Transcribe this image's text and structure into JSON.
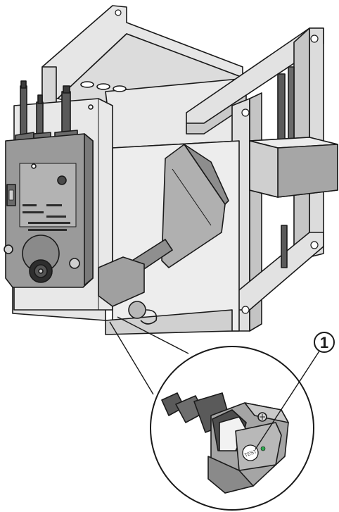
{
  "callouts": [
    {
      "number": "1"
    }
  ],
  "test_button": {
    "label": "TEST",
    "led_color": "#2fa84f"
  },
  "colors": {
    "outline": "#1a1a1a",
    "frame_light": "#e4e4e4",
    "frame_mid": "#cfcfcf",
    "frame_dark": "#a9a9a9",
    "actuator_body": "#9b9b9b",
    "actuator_dark": "#5f5f5f",
    "cable": "#4a4a4a",
    "blade": "#a6a6a6"
  },
  "icons": [
    "damper-frame-diagram",
    "actuator",
    "switch-module",
    "magnifier-circle",
    "callout-marker"
  ]
}
